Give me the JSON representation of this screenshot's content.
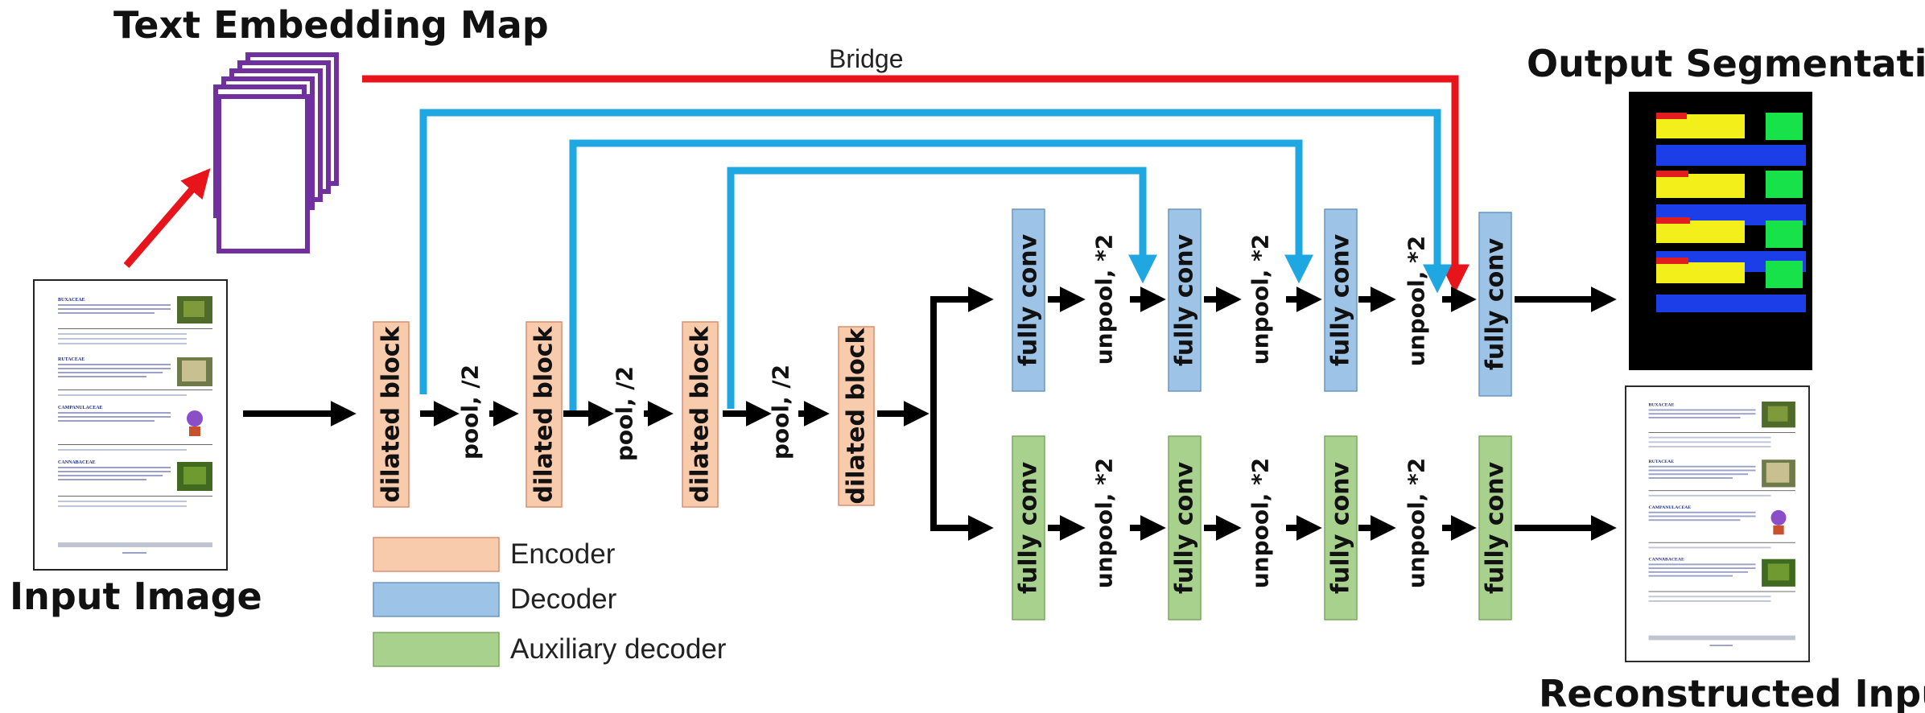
{
  "titles": {
    "text_embedding_map": "Text Embedding Map",
    "input_image": "Input Image",
    "output_segmentation": "Output Segmentation",
    "reconstructed_input": "Reconstructed Input"
  },
  "bridge_label": "Bridge",
  "encoder_blocks": [
    "dilated block",
    "dilated block",
    "dilated block",
    "dilated block"
  ],
  "pool_labels": [
    "pool, /2",
    "pool, /2",
    "pool, /2"
  ],
  "decoder_blocks": [
    "fully conv",
    "fully conv",
    "fully conv",
    "fully conv"
  ],
  "decoder_unpool_labels": [
    "unpool, *2",
    "unpool, *2",
    "unpool, *2"
  ],
  "aux_blocks": [
    "fully conv",
    "fully conv",
    "fully conv",
    "fully conv"
  ],
  "aux_unpool_labels": [
    "unpool, *2",
    "unpool, *2",
    "unpool, *2"
  ],
  "legend": [
    {
      "label": "Encoder",
      "color": "#f8cbad"
    },
    {
      "label": "Decoder",
      "color": "#9dc3e6"
    },
    {
      "label": "Auxiliary decoder",
      "color": "#a9d18e"
    }
  ],
  "colors": {
    "encoder": "#f8cbad",
    "decoder": "#9dc3e6",
    "auxiliary": "#a9d18e",
    "skip_arrow": "#1ea7e1",
    "bridge_arrow": "#e8141c",
    "embedding_frame": "#7030a0"
  },
  "document": {
    "sections": [
      "BUXACEAE",
      "RUTACEAE",
      "CAMPANULACEAE",
      "CANNABACEAE"
    ]
  }
}
